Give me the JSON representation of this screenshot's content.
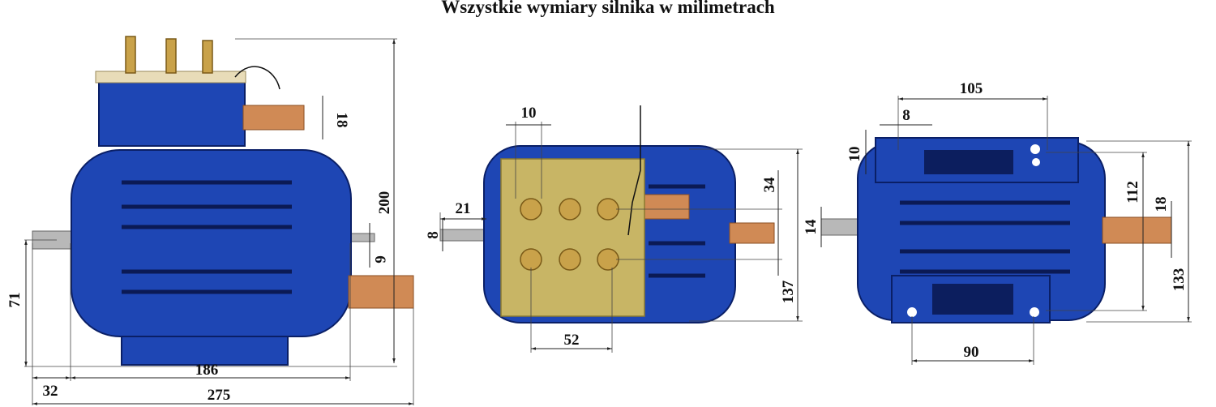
{
  "title": "Wszystkie wymiary silnika w milimetrach",
  "views": {
    "front": {
      "height_total": "200",
      "pipe_diameter": "18",
      "shaft_right_diameter": "6",
      "shaft_height": "71",
      "shaft_length": "32",
      "body_length": "186",
      "total_length": "275"
    },
    "top": {
      "nut_width": "10",
      "shaft_length": "21",
      "shaft_diameter": "8",
      "nut_spacing_vertical": "34",
      "body_width": "137",
      "nut_spacing_horizontal": "52"
    },
    "bottom": {
      "mount_hole_spacing_long": "105",
      "hole_diameter": "8",
      "foot_thickness": "10",
      "shaft_diameter": "14",
      "mount_hole_spacing_short": "112",
      "pipe_diameter": "18",
      "body_width": "133",
      "foot_hole_spacing": "90"
    }
  },
  "colors": {
    "motor": "#1e46b4",
    "brass": "#c9a24a",
    "copper": "#d08a55"
  }
}
